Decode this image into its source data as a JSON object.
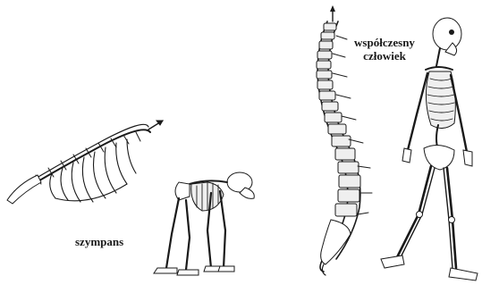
{
  "labels": {
    "chimp": "szympans",
    "human_line1": "współczesny",
    "human_line2": "człowiek"
  },
  "figures": [
    {
      "name": "chimpanzee-spine-ribcage",
      "note_icon": "spine-icon"
    },
    {
      "name": "chimpanzee-skeleton",
      "note_icon": "skeleton-icon"
    },
    {
      "name": "human-spine",
      "note_icon": "spine-icon"
    },
    {
      "name": "human-skeleton",
      "note_icon": "skeleton-icon"
    }
  ]
}
